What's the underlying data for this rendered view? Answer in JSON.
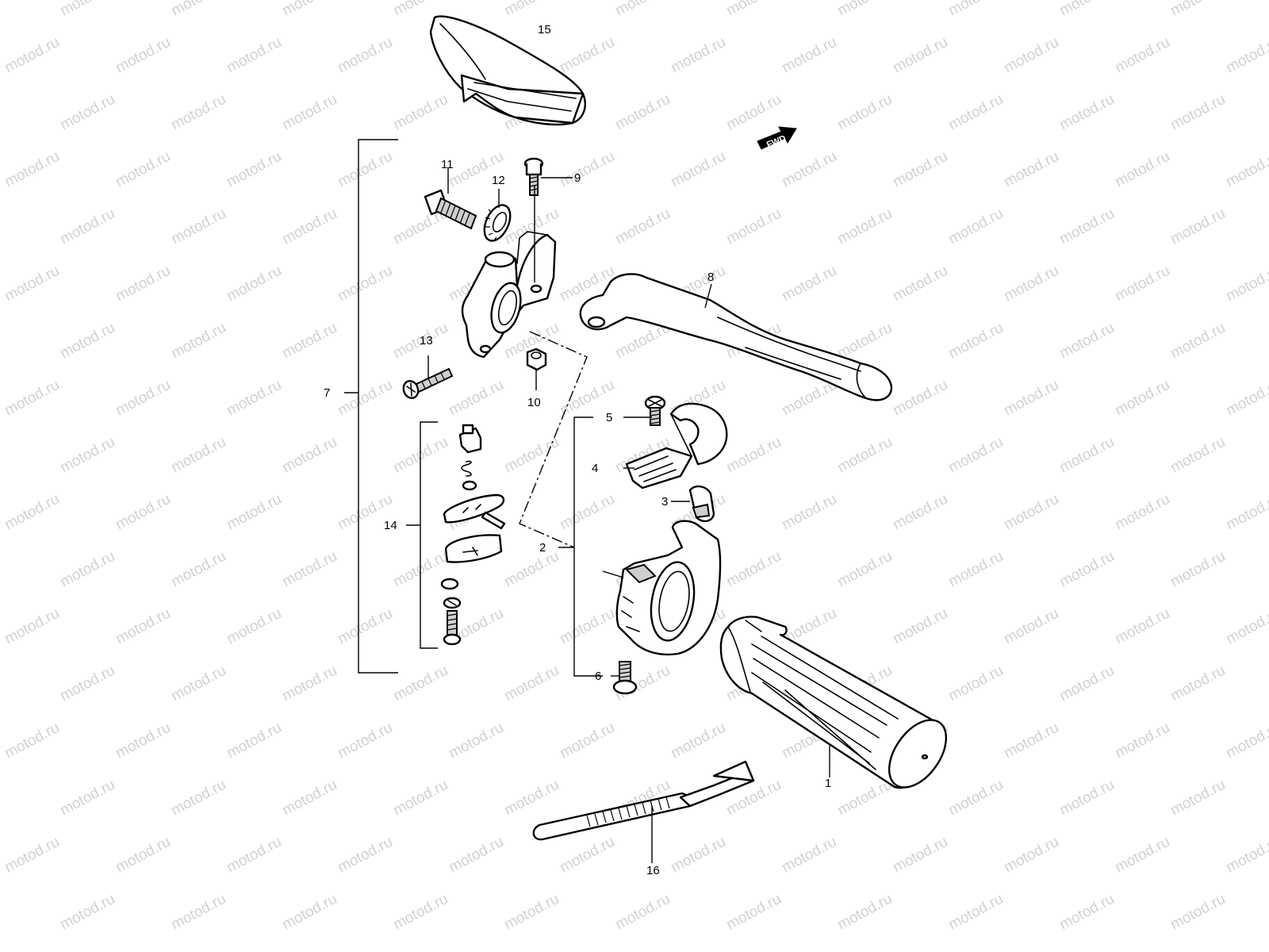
{
  "watermark": {
    "text": "motod.ru"
  },
  "direction_badge": {
    "text": "FWD",
    "color": "#000000"
  },
  "callouts": [
    {
      "id": "1",
      "number": "1"
    },
    {
      "id": "2",
      "number": "2"
    },
    {
      "id": "3",
      "number": "3"
    },
    {
      "id": "4",
      "number": "4"
    },
    {
      "id": "5",
      "number": "5"
    },
    {
      "id": "6",
      "number": "6"
    },
    {
      "id": "7",
      "number": "7"
    },
    {
      "id": "8",
      "number": "8"
    },
    {
      "id": "9",
      "number": "9"
    },
    {
      "id": "10",
      "number": "10"
    },
    {
      "id": "11",
      "number": "11"
    },
    {
      "id": "12",
      "number": "12"
    },
    {
      "id": "13",
      "number": "13"
    },
    {
      "id": "14",
      "number": "14"
    },
    {
      "id": "15",
      "number": "15"
    },
    {
      "id": "16",
      "number": "16"
    }
  ]
}
